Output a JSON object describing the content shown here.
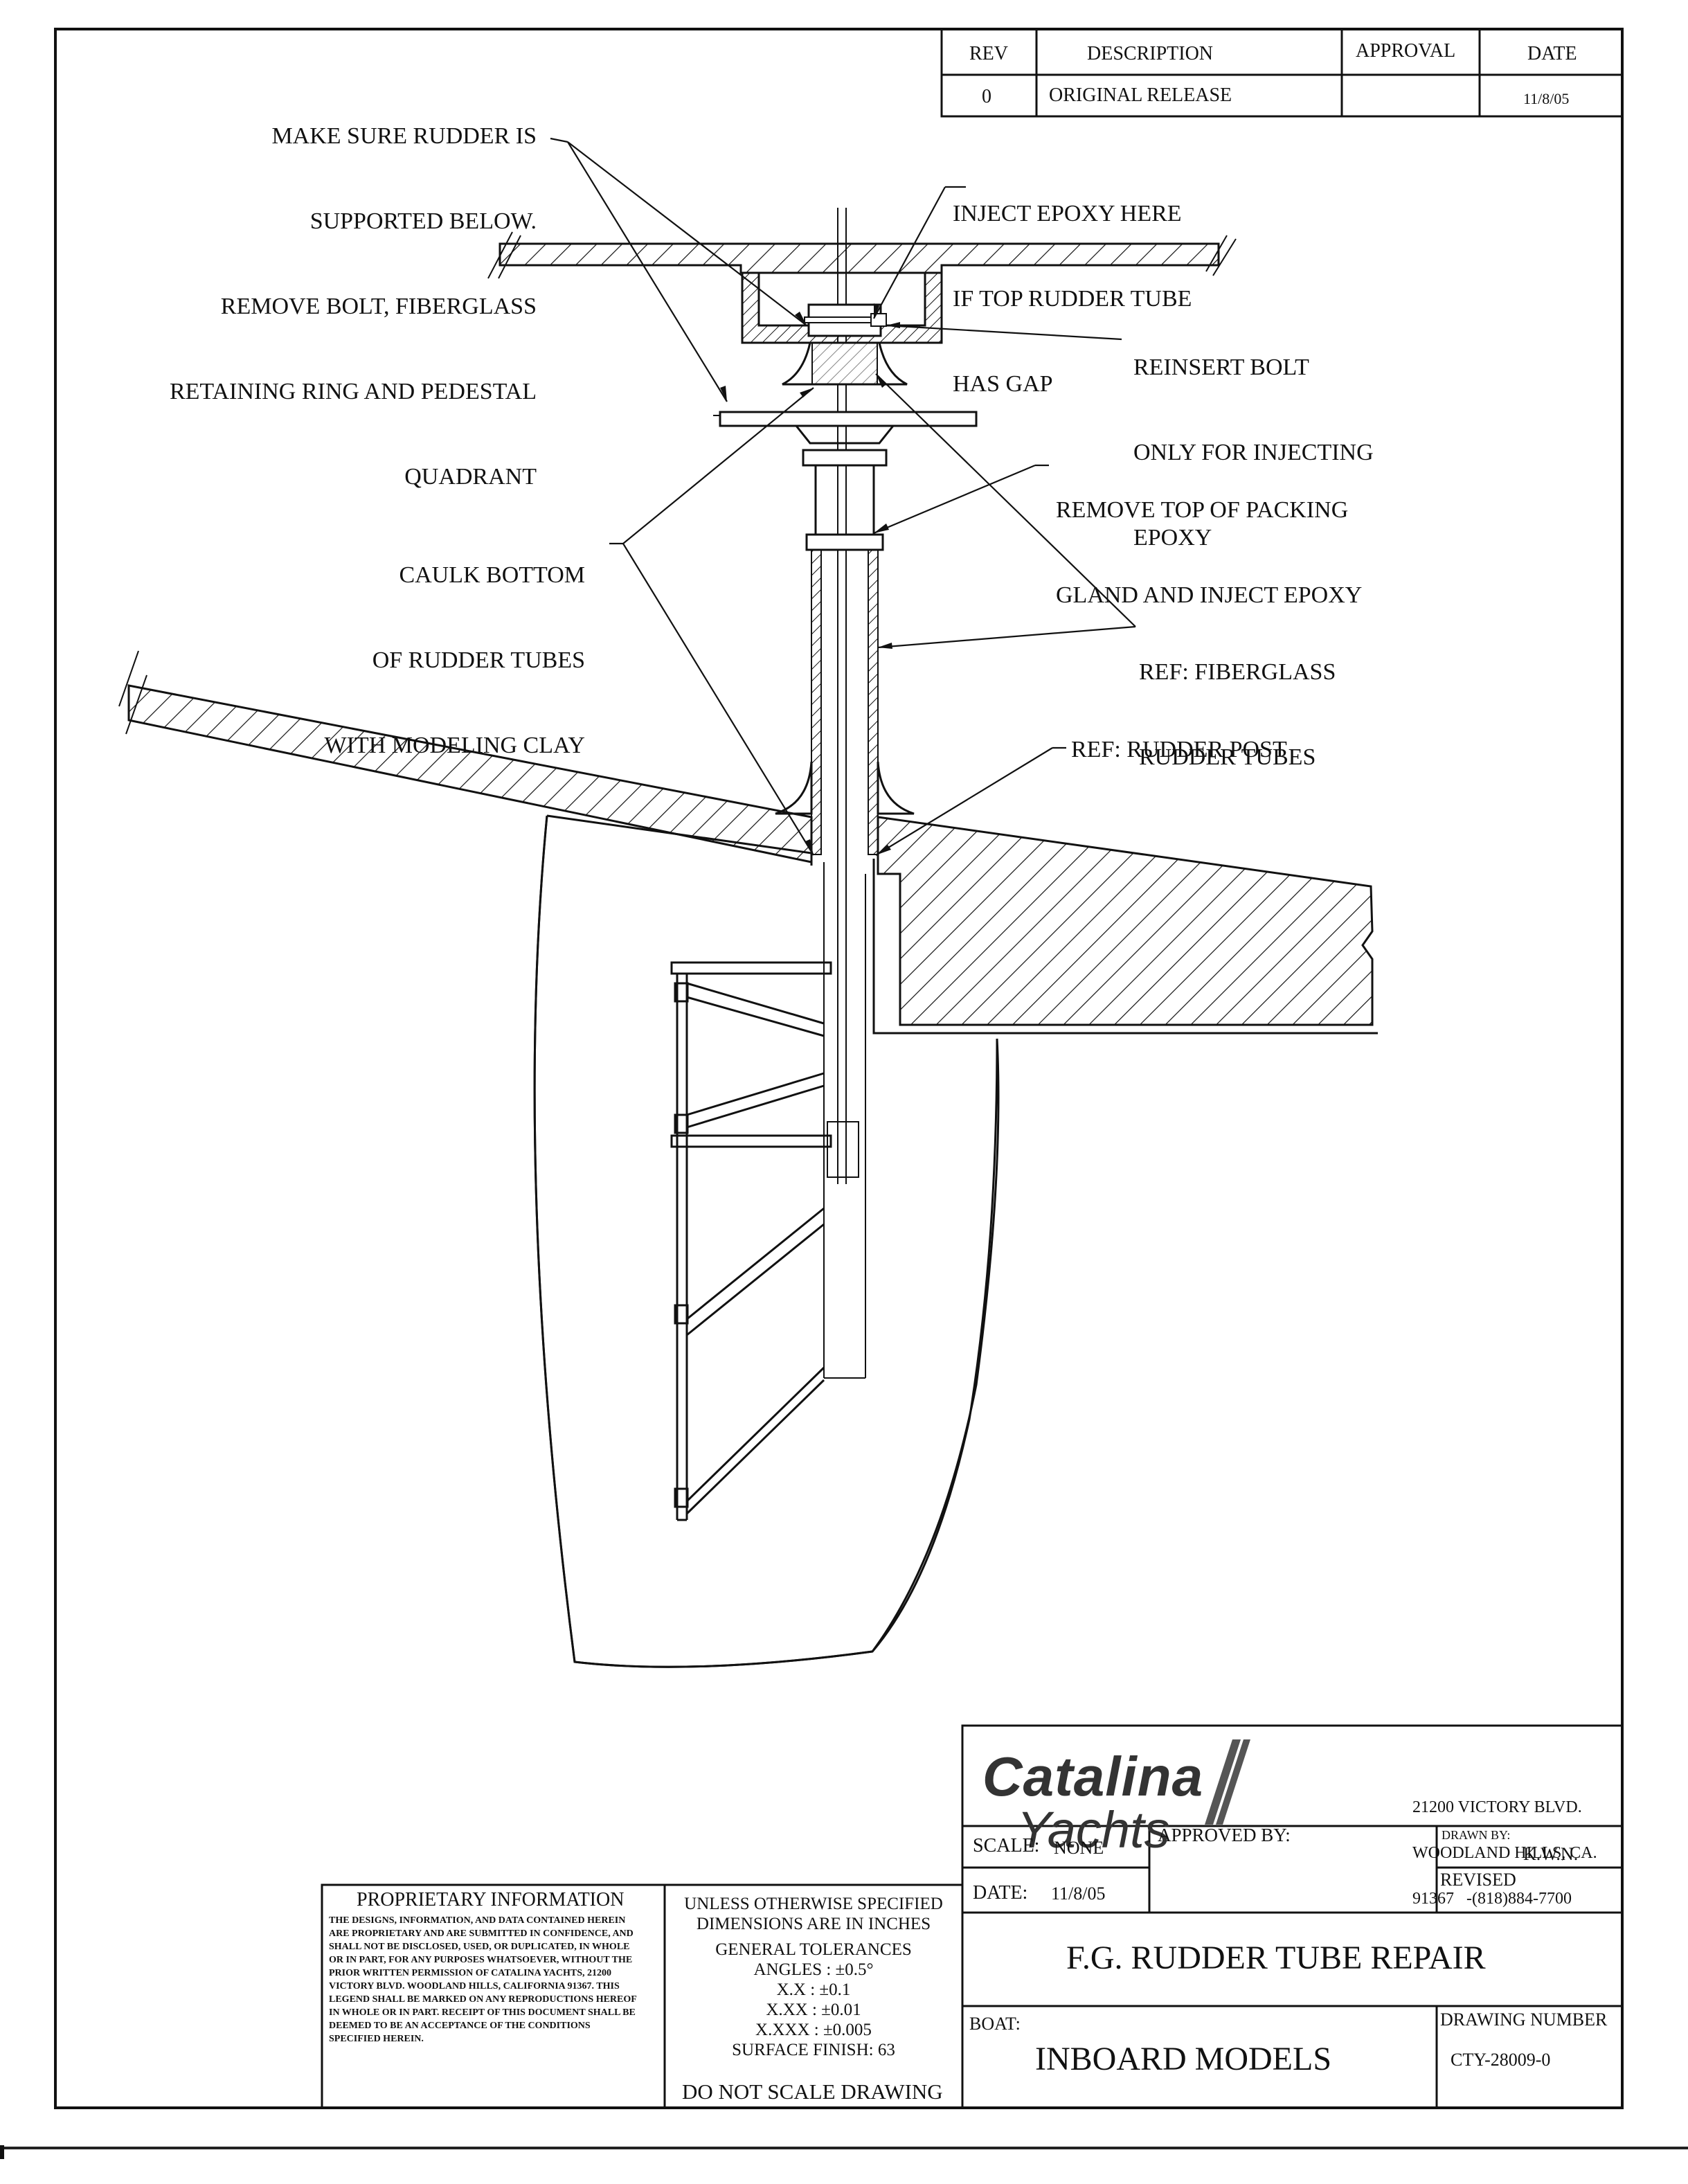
{
  "revision_table": {
    "headers": {
      "rev": "REV",
      "description": "DESCRIPTION",
      "approval": "APPROVAL",
      "date": "DATE"
    },
    "rows": [
      {
        "rev": "0",
        "description": "ORIGINAL RELEASE",
        "approval": "",
        "date": "11/8/05"
      }
    ]
  },
  "callouts": {
    "make_sure": [
      "MAKE SURE RUDDER IS",
      "SUPPORTED BELOW.",
      "REMOVE BOLT, FIBERGLASS",
      "RETAINING RING AND PEDESTAL",
      "QUADRANT"
    ],
    "inject_epoxy": [
      "INJECT EPOXY HERE",
      "IF TOP RUDDER TUBE",
      "HAS GAP"
    ],
    "reinsert_bolt": [
      "REINSERT BOLT",
      "ONLY FOR INJECTING",
      "EPOXY"
    ],
    "remove_top": [
      "REMOVE TOP OF PACKING",
      "GLAND AND INJECT EPOXY"
    ],
    "caulk_bottom": [
      "CAULK BOTTOM",
      "OF RUDDER TUBES",
      "WITH MODELING CLAY"
    ],
    "ref_tubes": [
      "REF: FIBERGLASS",
      "RUDDER TUBES"
    ],
    "ref_post": "REF: RUDDER POST"
  },
  "title_block": {
    "logo_main": "Catalina",
    "logo_sub": "Yachts",
    "address": [
      "21200 VICTORY BLVD.",
      "WOODLAND HILLS, CA.",
      "91367   -(818)884-7700"
    ],
    "scale_label": "SCALE:",
    "scale_value": "NONE",
    "approved_by_label": "APPROVED BY:",
    "drawn_by_label": "DRAWN BY:",
    "drawn_by_value": "K.W.N.",
    "date_label": "DATE:",
    "date_value": "11/8/05",
    "revised_label": "REVISED",
    "title": "F.G. RUDDER TUBE REPAIR",
    "boat_label": "BOAT:",
    "boat_value": "INBOARD MODELS",
    "drawing_number_label": "DRAWING NUMBER",
    "drawing_number_value": "CTY-28009-0"
  },
  "proprietary": {
    "heading": "PROPRIETARY INFORMATION",
    "text": "THE DESIGNS, INFORMATION, AND DATA CONTAINED HEREIN ARE PROPRIETARY AND ARE SUBMITTED IN CONFIDENCE, AND SHALL NOT BE DISCLOSED, USED, OR DUPLICATED, IN WHOLE OR IN PART, FOR ANY PURPOSES WHATSOEVER, WITHOUT THE PRIOR WRITTEN PERMISSION OF CATALINA YACHTS, 21200 VICTORY BLVD. WOODLAND HILLS, CALIFORNIA 91367. THIS LEGEND SHALL BE MARKED ON ANY REPRODUCTIONS HEREOF IN WHOLE OR IN PART. RECEIPT OF THIS DOCUMENT SHALL BE DEEMED TO BE AN ACCEPTANCE OF THE CONDITIONS SPECIFIED HEREIN."
  },
  "tolerances": {
    "lines": [
      "UNLESS OTHERWISE SPECIFIED",
      "DIMENSIONS ARE IN INCHES",
      "GENERAL TOLERANCES",
      "ANGLES : ±0.5°",
      "X.X : ±0.1",
      "X.XX : ±0.01",
      "X.XXX : ±0.005",
      "SURFACE FINISH:  63"
    ],
    "footer": "DO NOT SCALE DRAWING"
  }
}
